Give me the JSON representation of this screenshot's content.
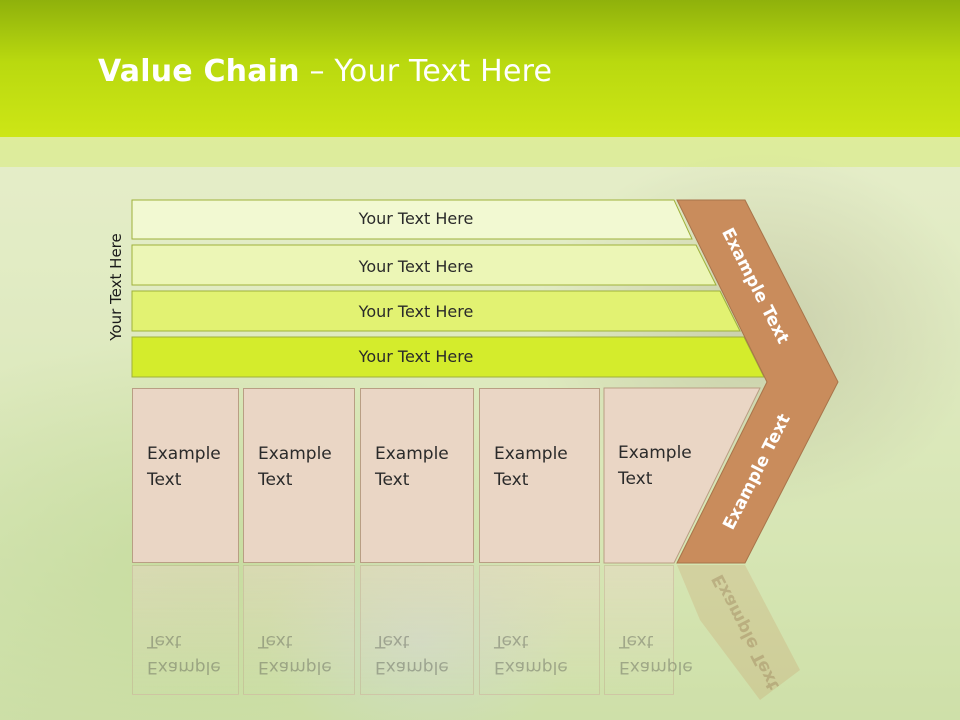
{
  "slide": {
    "title_bold": "Value Chain",
    "title_rest": " – Your Text Here",
    "side_label": "Your Text Here"
  },
  "rows": [
    {
      "label": "Your Text Here",
      "color": "#f2f9d2"
    },
    {
      "label": "Your Text Here",
      "color": "#ecf6b6"
    },
    {
      "label": "Your Text Here",
      "color": "#e2f272"
    },
    {
      "label": "Your Text Here",
      "color": "#d4ec2c"
    }
  ],
  "boxes": [
    {
      "label": "Example\nText"
    },
    {
      "label": "Example\nText"
    },
    {
      "label": "Example\nText"
    },
    {
      "label": "Example\nText"
    },
    {
      "label": "Example\nText"
    }
  ],
  "chevron": {
    "top_label": "Example Text",
    "bottom_label": "Example Text",
    "color": "#c98c5c"
  },
  "colors": {
    "header": "#c5df10",
    "box_fill": "#ead6c5",
    "box_border": "#b99e84"
  }
}
